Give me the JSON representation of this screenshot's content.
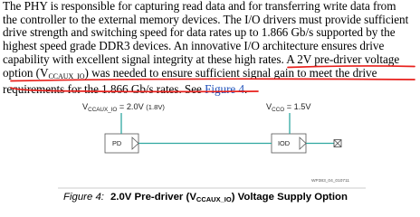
{
  "paragraph": {
    "line1": "The PHY is responsible for capturing read data and for transferring write data from",
    "line2": "the controller to the external memory devices. The I/O drivers must provide sufficient",
    "line3": "drive strength and switching speed for data rates up to 1.866 Gb/s supported by the",
    "line4": "highest speed grade DDR3 devices. An innovative I/O architecture ensures drive",
    "line5": "capability with excellent signal integrity at these high rates. A 2V pre-driver voltage",
    "line6a": "option (V",
    "line6_sub": "CCAUX_IO",
    "line6b": ") was needed to ensure sufficient signal gain to meet the drive",
    "line7a": "requirements for the 1.866 Gb/s rates. See ",
    "line7_link": "Figure 4",
    "line7b": "."
  },
  "figure": {
    "vccaux_label": "V",
    "vccaux_sub": "CCAUX_IO",
    "vccaux_value": " = 2.0V ",
    "vccaux_alt": "(1.8V)",
    "vcco_label": "V",
    "vcco_sub": "CCO",
    "vcco_value": " = 1.5V",
    "block_pd": "PD",
    "block_iod": "IOD",
    "figure_id": "WP383_04_010711",
    "line_color": "#2fa8a0",
    "annotation_color": "#e8201c"
  },
  "caption": {
    "figure_number": "Figure 4:",
    "title_a": "2.0V Pre-driver (V",
    "title_sub": "CCAUX_IO",
    "title_b": ") Voltage Supply Option"
  }
}
